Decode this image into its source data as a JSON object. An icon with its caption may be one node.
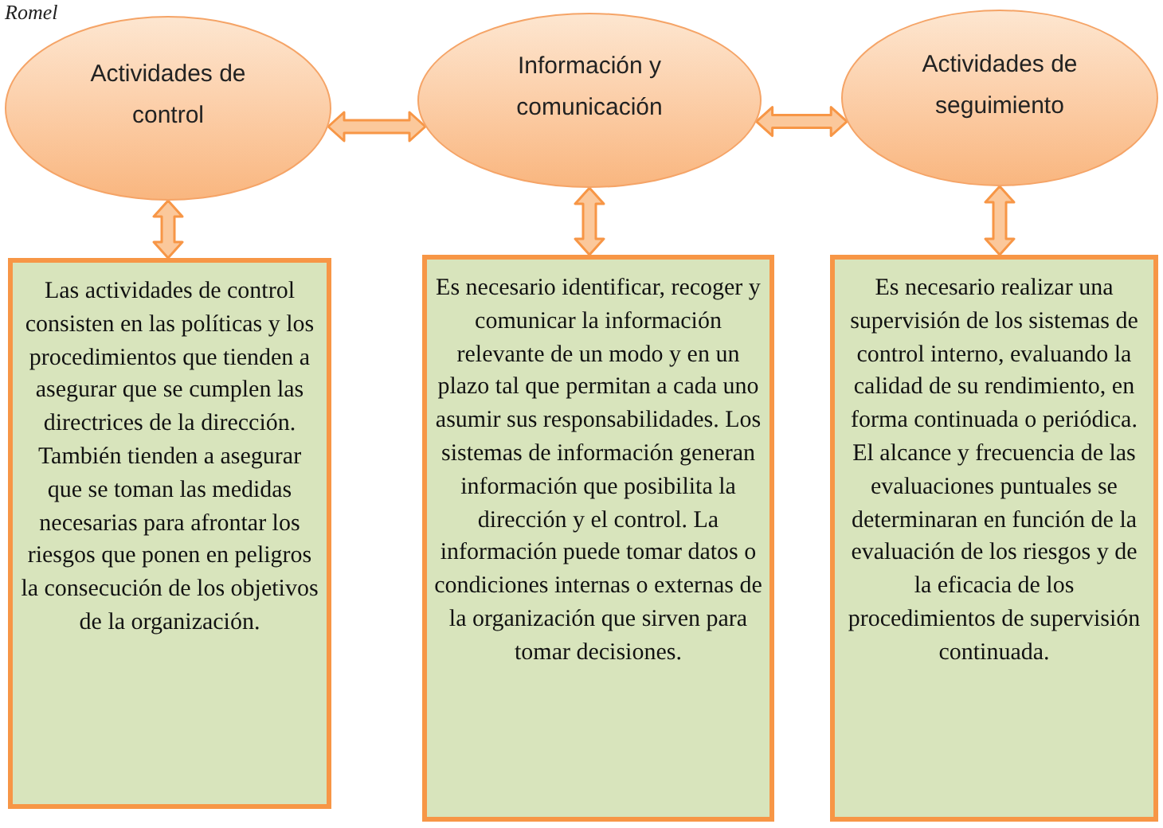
{
  "diagram": {
    "nodes": [
      {
        "text": [
          "Actividades de control"
        ]
      },
      {
        "text": [
          "Información y comunicación"
        ]
      },
      {
        "text": [
          "Actividades de seguimiento"
        ]
      },
      {
        "text": [
          "Las actividades de control consisten en las políticas y los procedimientos que tienden a asegurar que se cumplen las directrices de la dirección. También tienden a asegurar que se toman las medidas necesarias para afrontar los riesgos que ponen en peligros la consecución de los objetivos de la organización."
        ]
      },
      {
        "text": [
          "Es necesario identificar, recoger y comunicar la información relevante de un modo y en un plazo tal que permitan a cada uno asumir sus responsabilidades. Los sistemas de información generan información que posibilita la dirección y el control. La información puede tomar datos o condiciones internas o externas de la organización que sirven para tomar decisiones."
        ]
      },
      {
        "text": [
          "Es necesario realizar una supervisión de los sistemas de control interno, evaluando la calidad de su rendimiento, en forma continuada o periódica. El alcance y frecuencia de las evaluaciones puntuales se determinaran en función de la evaluación de los riesgos y de la eficacia de los procedimientos de supervisión continuada."
        ]
      }
    ],
    "edges": [
      {
        "from": 0,
        "to": 1,
        "arrow": "both"
      },
      {
        "from": 1,
        "to": 2,
        "arrow": "both"
      },
      {
        "from": 0,
        "to": 3,
        "arrow": "both"
      },
      {
        "from": 1,
        "to": 4,
        "arrow": "both"
      },
      {
        "from": 2,
        "to": 5,
        "arrow": "both"
      }
    ],
    "labels": [
      "Romel"
    ]
  }
}
